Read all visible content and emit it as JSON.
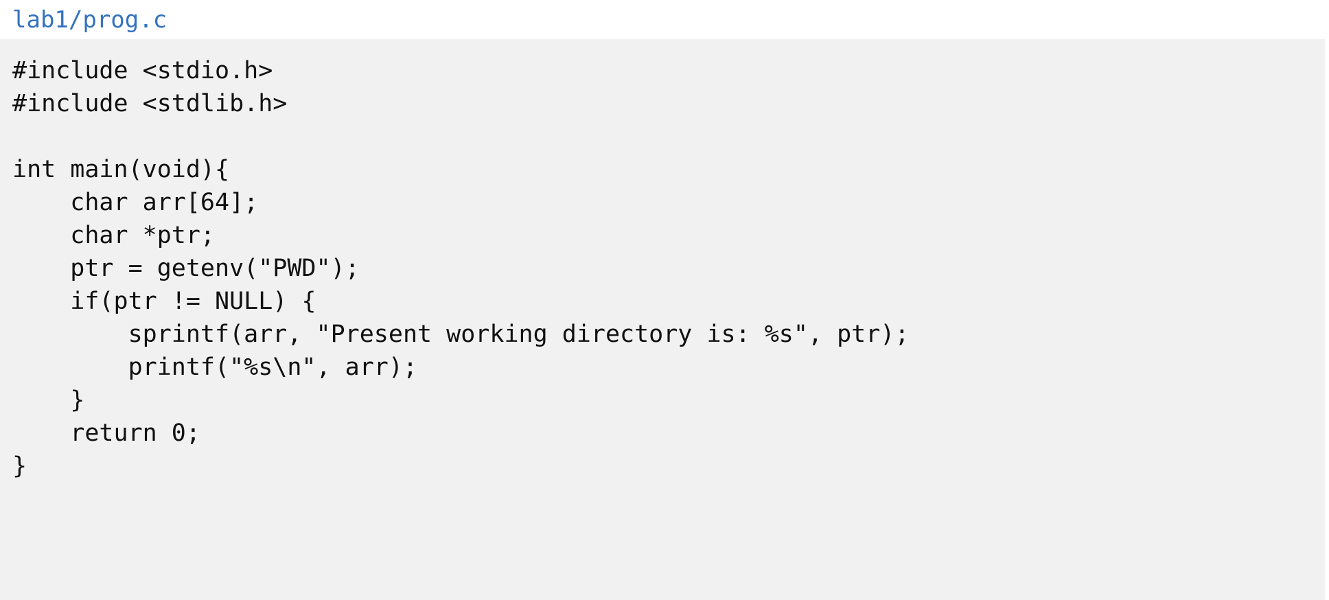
{
  "file": {
    "path": "lab1/prog.c",
    "path_color": "#3473bd",
    "code_background": "#f1f1f1",
    "code_color": "#111111"
  },
  "code": {
    "language": "c",
    "lines": [
      "#include <stdio.h>",
      "#include <stdlib.h>",
      "",
      "int main(void){",
      "    char arr[64];",
      "    char *ptr;",
      "    ptr = getenv(\"PWD\");",
      "    if(ptr != NULL) {",
      "        sprintf(arr, \"Present working directory is: %s\", ptr);",
      "        printf(\"%s\\n\", arr);",
      "    }",
      "    return 0;",
      "}"
    ]
  }
}
